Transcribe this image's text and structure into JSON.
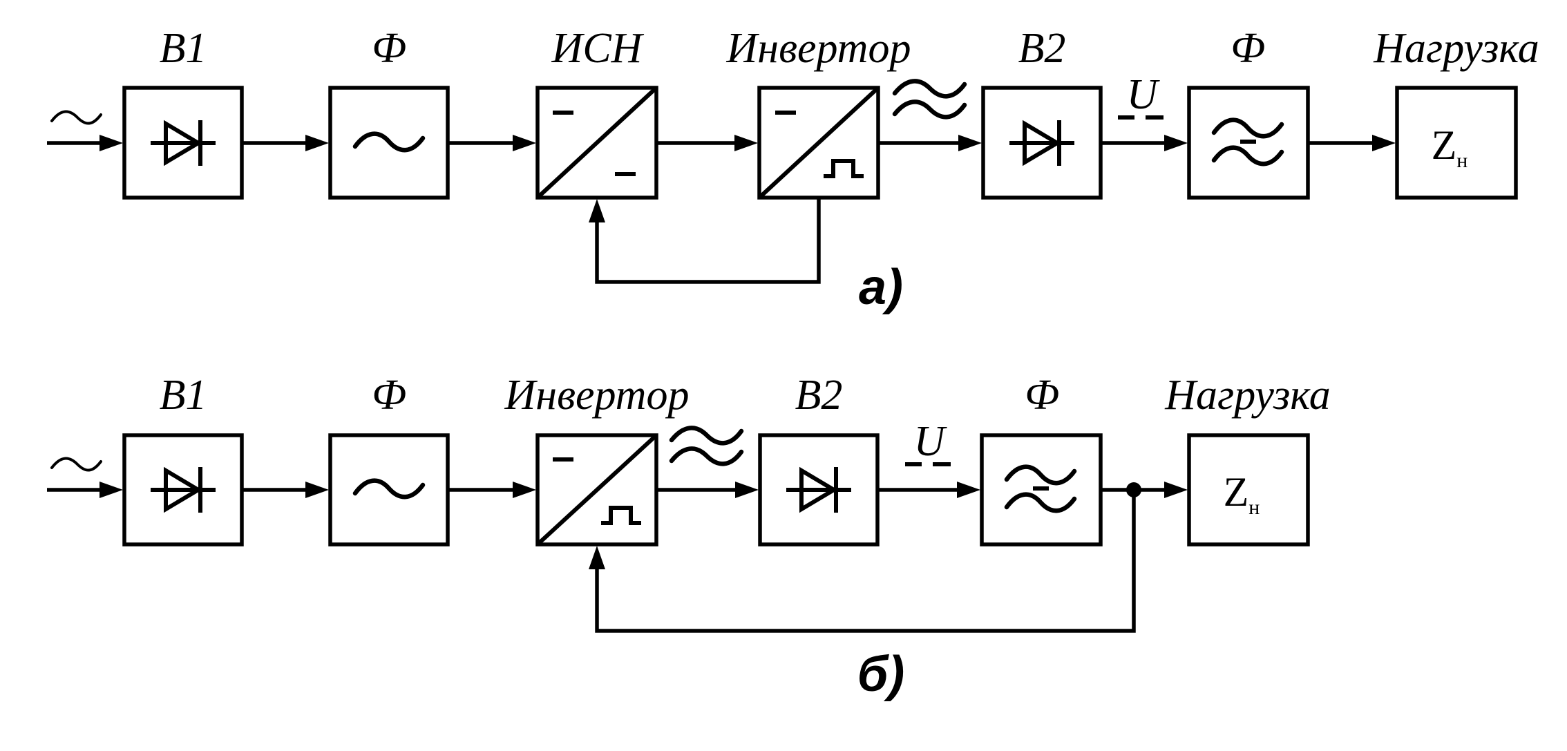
{
  "diagram_a": {
    "caption": "а)",
    "labels": {
      "rectifier1": "В1",
      "filter1": "Ф",
      "isn": "ИСН",
      "inverter": "Инвертор",
      "rectifier2": "В2",
      "filter2": "Ф",
      "load": "Нагрузка"
    },
    "dc_label": "U",
    "load_impedance": {
      "main": "Z",
      "sub": "н"
    }
  },
  "diagram_b": {
    "caption": "б)",
    "labels": {
      "rectifier1": "В1",
      "filter1": "Ф",
      "inverter": "Инвертор",
      "rectifier2": "В2",
      "filter2": "Ф",
      "load": "Нагрузка"
    },
    "dc_label": "U",
    "load_impedance": {
      "main": "Z",
      "sub": "н"
    }
  },
  "icons": [
    "ac-source-icon",
    "diode-icon",
    "ac-filter-icon",
    "dc-dc-converter-icon",
    "dc-ac-inverter-icon",
    "double-wave-icon",
    "dc-symbol-icon"
  ]
}
